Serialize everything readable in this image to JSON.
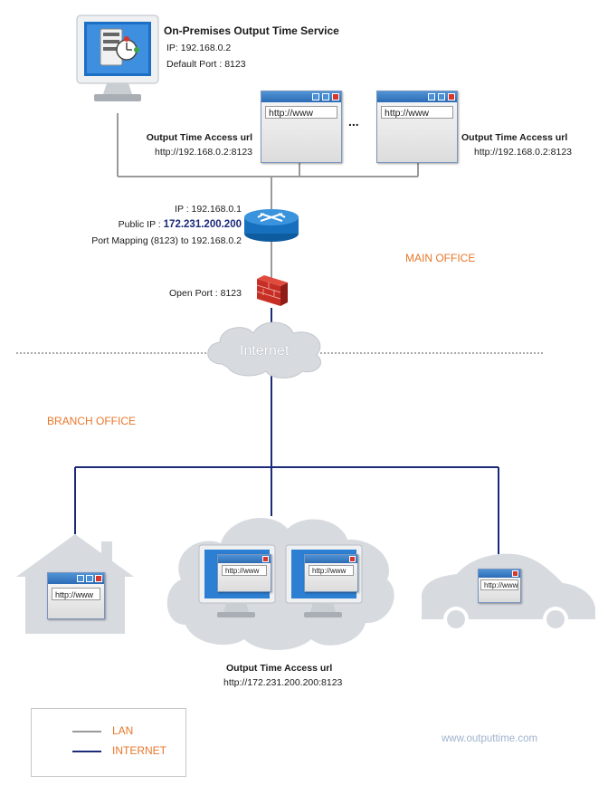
{
  "server": {
    "title": "On-Premises Output Time Service",
    "ip": "IP: 192.168.0.2",
    "port": "Default Port : 8123"
  },
  "access_left": {
    "title": "Output Time Access url",
    "url": "http://192.168.0.2:8123"
  },
  "access_right": {
    "title": "Output Time Access url",
    "url": "http://192.168.0.2:8123"
  },
  "browser_text": "http://www",
  "ellipsis": "...",
  "router": {
    "ip": "IP : 192.168.0.1",
    "public_label": "Public IP :",
    "public_ip": "172.231.200.200",
    "mapping": "Port Mapping (8123) to 192.168.0.2"
  },
  "firewall": {
    "open_port": "Open Port : 8123"
  },
  "main_office": "MAIN OFFICE",
  "internet": "Internet",
  "branch_office": "BRANCH OFFICE",
  "branch_access": {
    "title": "Output Time Access url",
    "url": "http://172.231.200.200:8123"
  },
  "legend": {
    "lan": "LAN",
    "internet": "INTERNET"
  },
  "website": "www.outputtime.com",
  "colors": {
    "lan_line": "#9a9a9a",
    "internet_line": "#1c2a7a",
    "accent": "#e8772a"
  }
}
